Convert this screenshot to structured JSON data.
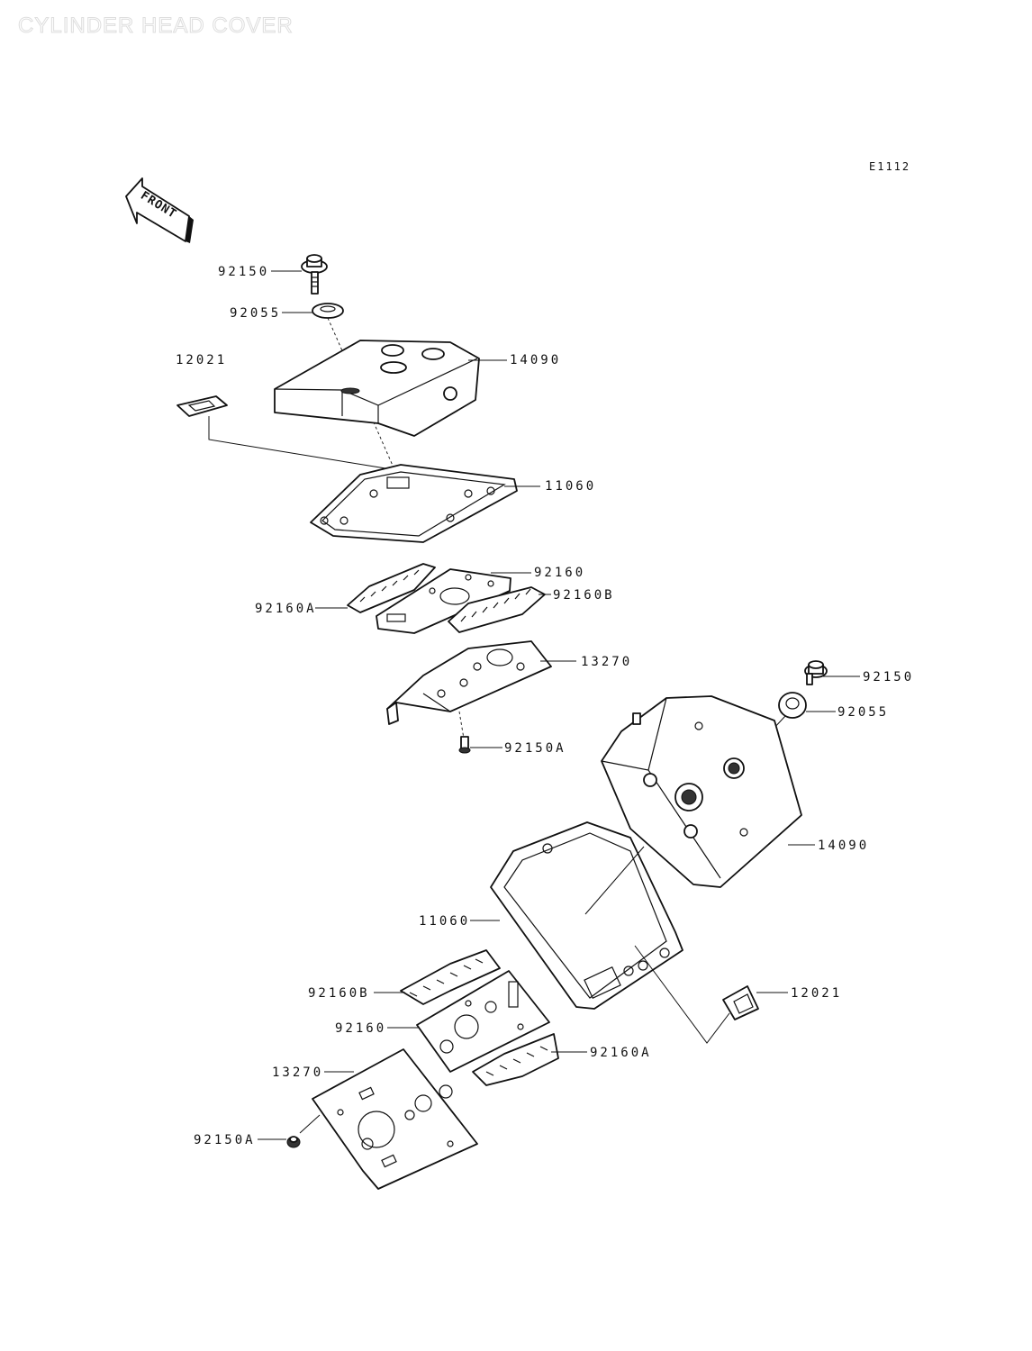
{
  "title": "CYLINDER HEAD COVER",
  "diagram_code": "E1112",
  "front_label": "FRONT",
  "callouts": {
    "top_bolt": "92150",
    "top_washer": "92055",
    "top_grommet": "12021",
    "top_cover": "14090",
    "top_gasket": "11060",
    "top_baffle_plate": "92160",
    "top_baffle_a": "92160A",
    "top_baffle_b": "92160B",
    "top_plate": "13270",
    "top_screw": "92150A",
    "bot_bolt": "92150",
    "bot_washer": "92055",
    "bot_cover": "14090",
    "bot_gasket": "11060",
    "bot_grommet": "12021",
    "bot_baffle_b": "92160B",
    "bot_baffle_plate": "92160",
    "bot_baffle_a": "92160A",
    "bot_plate": "13270",
    "bot_screw": "92150A"
  }
}
